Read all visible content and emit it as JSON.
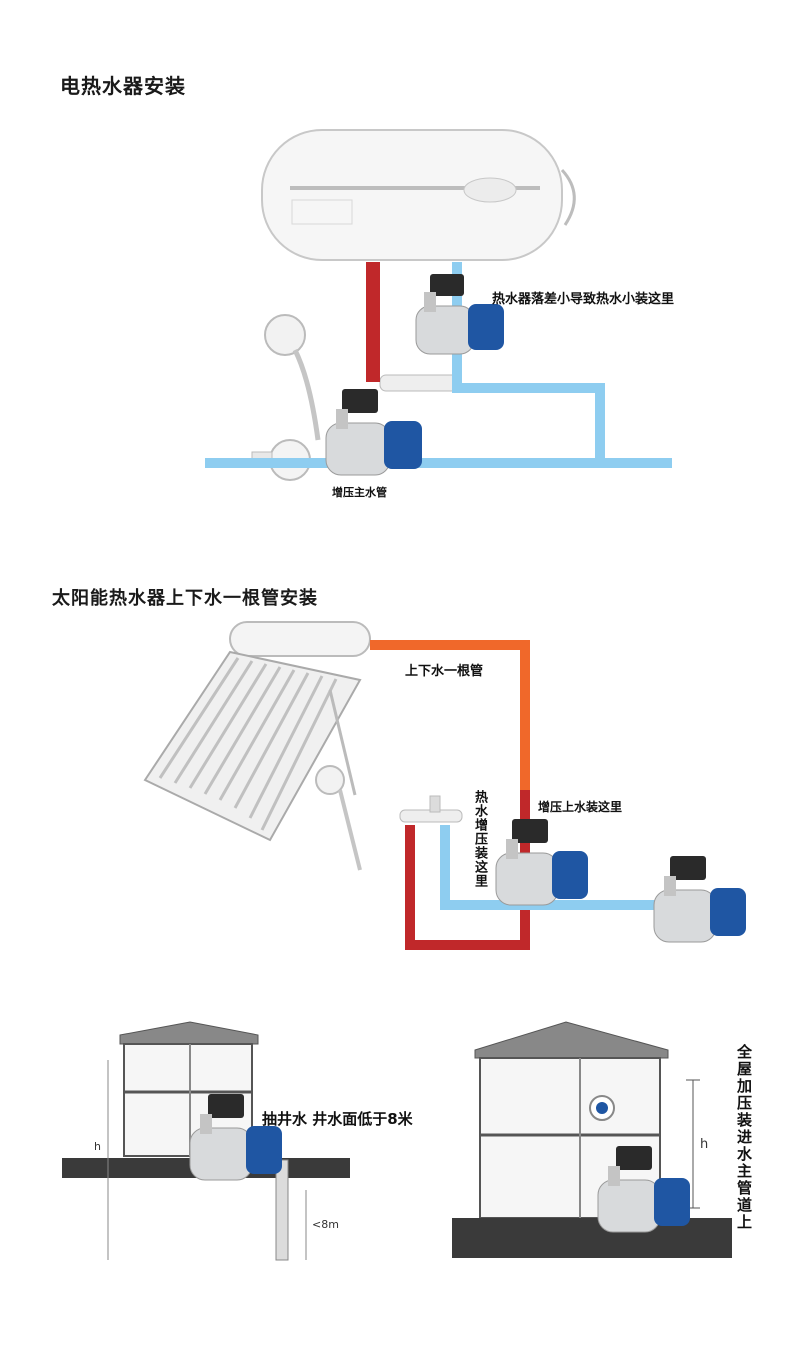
{
  "section1": {
    "title": "电热水器安装",
    "label_top": "热水器落差小导致热水小装这里",
    "label_bottom": "增压主水管"
  },
  "section2": {
    "title": "太阳能热水器上下水一根管安装",
    "label_pipe": "上下水一根管",
    "label_hot": "热水增压装这里",
    "label_up": "增压上水装这里"
  },
  "section3": {
    "well_label": "抽井水 井水面低于8米",
    "h_left": "h",
    "depth": "<8m",
    "h_right": "h",
    "whole_house": "全屋加压装进水主管道上"
  },
  "colors": {
    "hot_pipe": "#c0282a",
    "cold_pipe": "#8ecdf0",
    "orange_pipe": "#f0682a",
    "pump_blue": "#1f56a3",
    "steel": "#d8dadc"
  }
}
